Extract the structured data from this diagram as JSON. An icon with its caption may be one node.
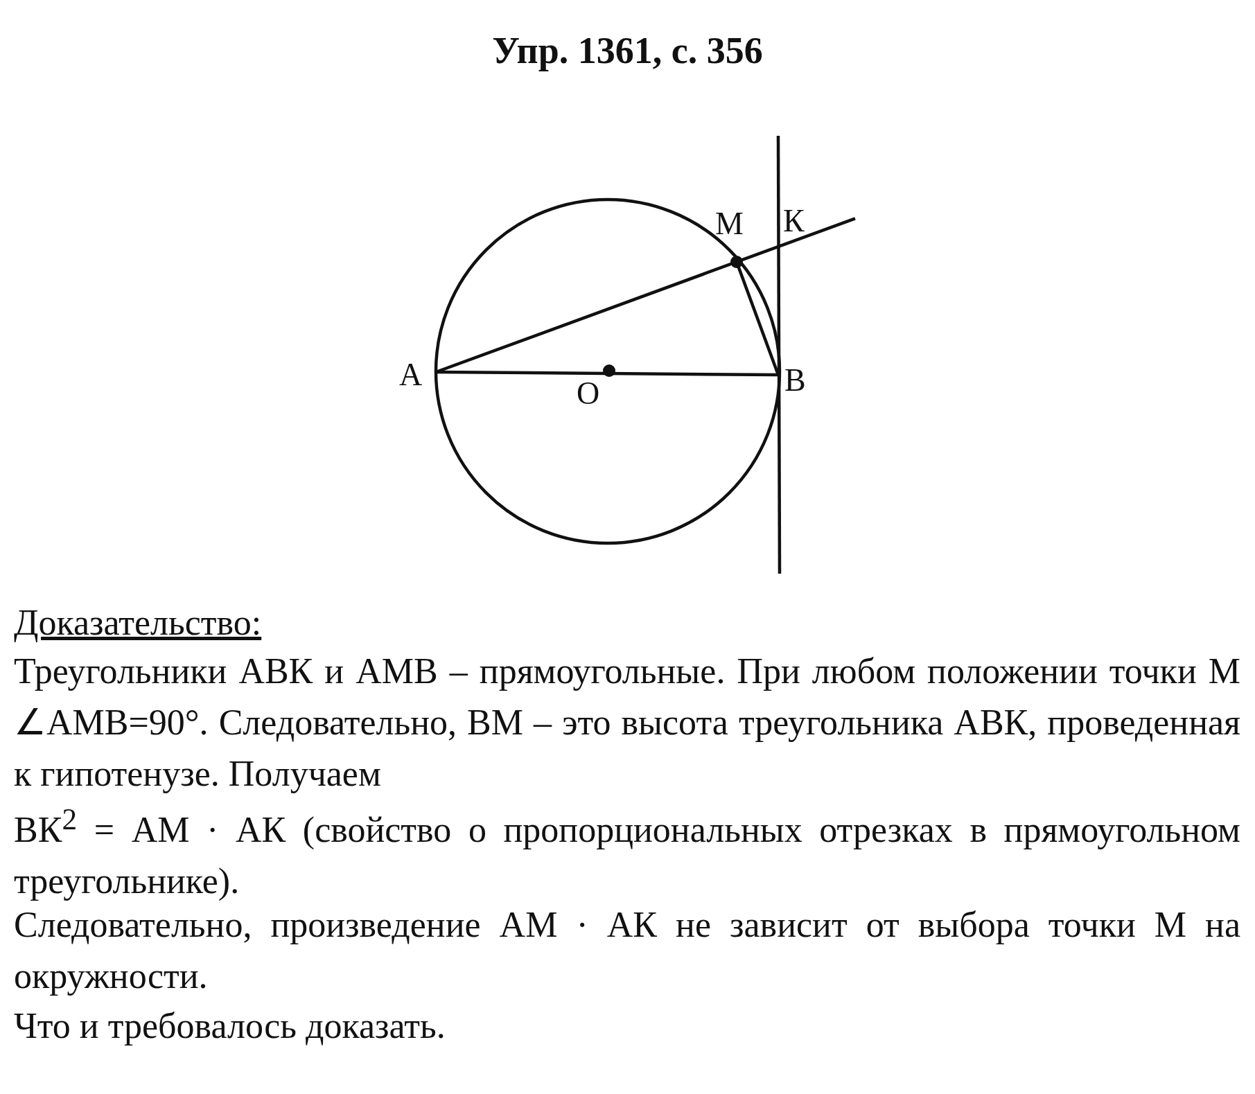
{
  "diagram": {
    "title": "Упр. 1361, с. 356",
    "labels": [
      "М",
      "К",
      "А",
      "О",
      "В",
      "Доказательство:",
      "Треугольники АВК и АМВ – прямоугольные. При любом положении точки М ∠АМВ=90°. Следовательно, ВМ – это высота треугольника АВК, проведенная к гипотенузе. Получаем",
      "ВК$^{2}$ = АМ · АК (свойство о пропорциональных отрезках в прямоугольном треугольнике).",
      "Следовательно, произведение АМ · АК не зависит от выбора точки М на окружности.",
      "Что и требовалось доказать."
    ]
  }
}
